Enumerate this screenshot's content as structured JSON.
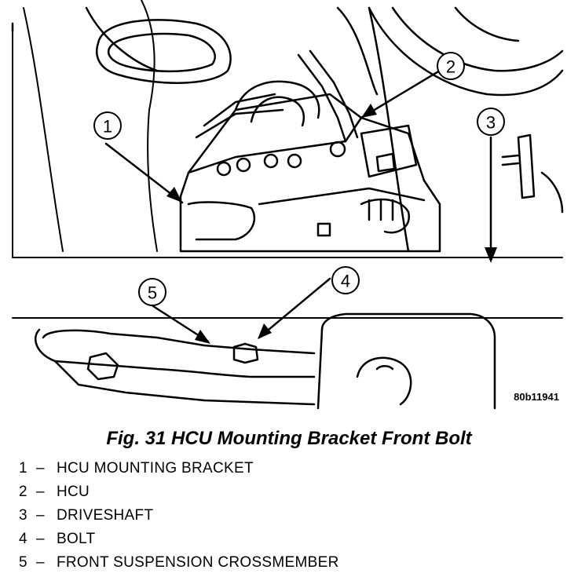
{
  "figure": {
    "code": "80b11941",
    "callouts": [
      "1",
      "2",
      "3",
      "4",
      "5"
    ]
  },
  "caption": "Fig. 31 HCU Mounting Bracket Front Bolt",
  "legend": [
    {
      "num": "1",
      "label": "HCU MOUNTING BRACKET"
    },
    {
      "num": "2",
      "label": "HCU"
    },
    {
      "num": "3",
      "label": "DRIVESHAFT"
    },
    {
      "num": "4",
      "label": "BOLT"
    },
    {
      "num": "5",
      "label": "FRONT SUSPENSION CROSSMEMBER"
    }
  ],
  "separator": "–"
}
